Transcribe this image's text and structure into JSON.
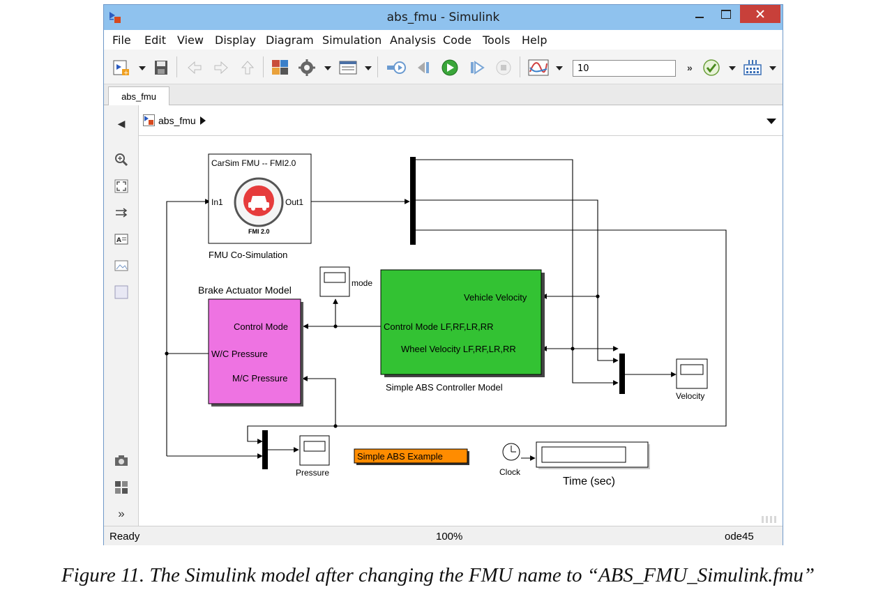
{
  "window": {
    "title": "abs_fmu - Simulink"
  },
  "menu": [
    "File",
    "Edit",
    "View",
    "Display",
    "Diagram",
    "Simulation",
    "Analysis",
    "Code",
    "Tools",
    "Help"
  ],
  "toolbar": {
    "stop_time": "10",
    "overflow_label": "»",
    "icons": [
      "new-model-icon",
      "save-icon",
      "back-icon",
      "forward-icon",
      "up-icon",
      "library-browser-icon",
      "model-settings-icon",
      "model-explorer-icon",
      "step-back-icon",
      "run-icon",
      "step-forward-icon",
      "stop-icon",
      "data-inspector-icon",
      "check-icon",
      "build-icon"
    ]
  },
  "tabs": [
    "abs_fmu"
  ],
  "breadcrumb": {
    "model": "abs_fmu"
  },
  "sidebar_icons": [
    "hide-browser-icon",
    "zoom-icon",
    "fit-view-icon",
    "route-lines-icon",
    "annotation-icon",
    "image-icon",
    "area-icon",
    "screenshot-icon",
    "viewmarks-icon",
    "more-icon"
  ],
  "diagram": {
    "fmu": {
      "header": "CarSim FMU -- FMI2.0",
      "in_port": "In1",
      "out_port": "Out1",
      "badge": "FMI 2.0",
      "name": "FMU Co-Simulation"
    },
    "actuator": {
      "title": "Brake Actuator Model",
      "port1": "Control Mode",
      "port2": "W/C Pressure",
      "port3": "M/C Pressure"
    },
    "controller": {
      "port1": "Vehicle Velocity",
      "port2": "Control Mode LF,RF,LR,RR",
      "port3": "Wheel Velocity LF,RF,LR,RR",
      "name": "Simple ABS Controller Model"
    },
    "mode_scope": "mode",
    "velocity_scope": "Velocity",
    "pressure_scope": "Pressure",
    "example_label": "Simple ABS Example",
    "clock": "Clock",
    "time_display": "Time (sec)"
  },
  "status": {
    "state": "Ready",
    "zoom": "100%",
    "solver": "ode45"
  },
  "caption": "Figure 11. The Simulink model after changing the FMU name to “ABS_FMU_Simulink.fmu”",
  "colors": {
    "titlebar": "#8fc2ee",
    "close": "#c8403a",
    "actuator_fill": "#e855d6",
    "controller_fill": "#2ec42e",
    "example_fill": "#ff8c00"
  }
}
